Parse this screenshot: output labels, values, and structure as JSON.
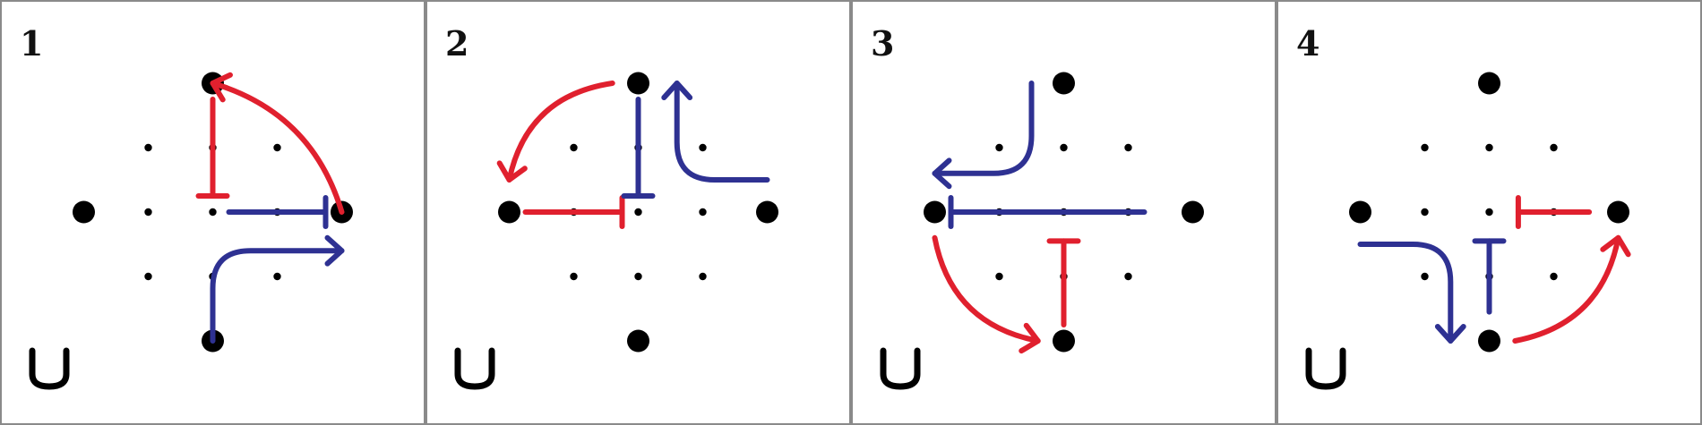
{
  "colors": {
    "red": "#e0202e",
    "blue": "#2e3192",
    "dot": "#000000"
  },
  "cup_icon": "cup-symbol-icon",
  "panels": [
    {
      "label": "1",
      "arrows": [
        {
          "name": "red-hammer-up",
          "color": "red",
          "kind": "hammer",
          "from": [
            0,
            2
          ],
          "to": [
            0,
            0
          ]
        },
        {
          "name": "blue-hammer-right",
          "color": "blue",
          "kind": "hammer",
          "from": [
            0,
            0
          ],
          "to": [
            2,
            0
          ]
        },
        {
          "name": "red-curved-arrow-to-top",
          "color": "red",
          "kind": "arc",
          "from": [
            2,
            0
          ],
          "to": [
            0,
            2
          ]
        },
        {
          "name": "blue-elbow-arrow-right",
          "color": "blue",
          "kind": "elbow",
          "from": [
            0,
            -2
          ],
          "to": [
            2,
            -0.6
          ]
        }
      ]
    },
    {
      "label": "2",
      "arrows": [
        {
          "name": "red-hammer-right",
          "color": "red",
          "kind": "hammer",
          "from": [
            -2,
            0
          ],
          "to": [
            0,
            0
          ]
        },
        {
          "name": "blue-hammer-down",
          "color": "blue",
          "kind": "hammer",
          "from": [
            0,
            2
          ],
          "to": [
            0,
            0
          ]
        },
        {
          "name": "red-curved-arrow-to-left",
          "color": "red",
          "kind": "arc",
          "from": [
            -0.4,
            2
          ],
          "to": [
            -2,
            0.5
          ]
        },
        {
          "name": "blue-elbow-arrow-up",
          "color": "blue",
          "kind": "elbow",
          "from": [
            2,
            0.5
          ],
          "to": [
            0.6,
            2
          ]
        }
      ]
    },
    {
      "label": "3",
      "arrows": [
        {
          "name": "blue-hammer-left",
          "color": "blue",
          "kind": "hammer",
          "from": [
            1.5,
            0
          ],
          "to": [
            -2,
            0
          ]
        },
        {
          "name": "red-hammer-up",
          "color": "red",
          "kind": "hammer",
          "from": [
            0,
            -2
          ],
          "to": [
            0,
            -0.2
          ]
        },
        {
          "name": "red-curved-arrow-to-bottom",
          "color": "red",
          "kind": "arc",
          "from": [
            -2,
            -0.4
          ],
          "to": [
            -0.4,
            -2
          ]
        },
        {
          "name": "blue-elbow-arrow-left",
          "color": "blue",
          "kind": "elbow",
          "from": [
            -0.5,
            2
          ],
          "to": [
            -2,
            0.6
          ]
        }
      ]
    },
    {
      "label": "4",
      "arrows": [
        {
          "name": "red-hammer-left",
          "color": "red",
          "kind": "hammer",
          "from": [
            1.8,
            0
          ],
          "to": [
            0.2,
            0
          ]
        },
        {
          "name": "blue-hammer-up",
          "color": "blue",
          "kind": "hammer",
          "from": [
            0,
            -1.8
          ],
          "to": [
            0,
            -0.2
          ]
        },
        {
          "name": "red-curved-arrow-to-right",
          "color": "red",
          "kind": "arc",
          "from": [
            0.4,
            -2
          ],
          "to": [
            2,
            -0.4
          ]
        },
        {
          "name": "blue-elbow-arrow-down",
          "color": "blue",
          "kind": "elbow",
          "from": [
            -2,
            -0.5
          ],
          "to": [
            -0.6,
            -2
          ]
        }
      ]
    }
  ]
}
